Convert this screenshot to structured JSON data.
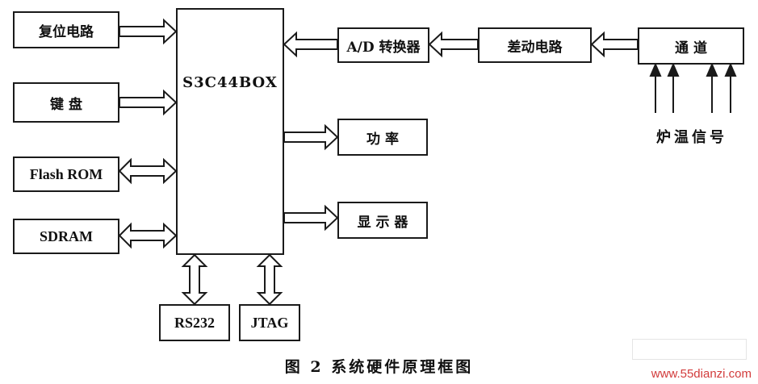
{
  "blocks": {
    "reset": "复位电路",
    "keyboard": "键 盘",
    "flash": "Flash ROM",
    "sdram": "SDRAM",
    "cpu": "S3C44BOX",
    "rs232": "RS232",
    "jtag": "JTAG",
    "adc": "A/D 转换器",
    "diff": "差动电路",
    "channel": "通  道",
    "power": "功 率",
    "display": "显 示 器"
  },
  "signal_label": "炉温信号",
  "caption": "图 2  系统硬件原理框图",
  "watermark": "www.55dianzi.com"
}
